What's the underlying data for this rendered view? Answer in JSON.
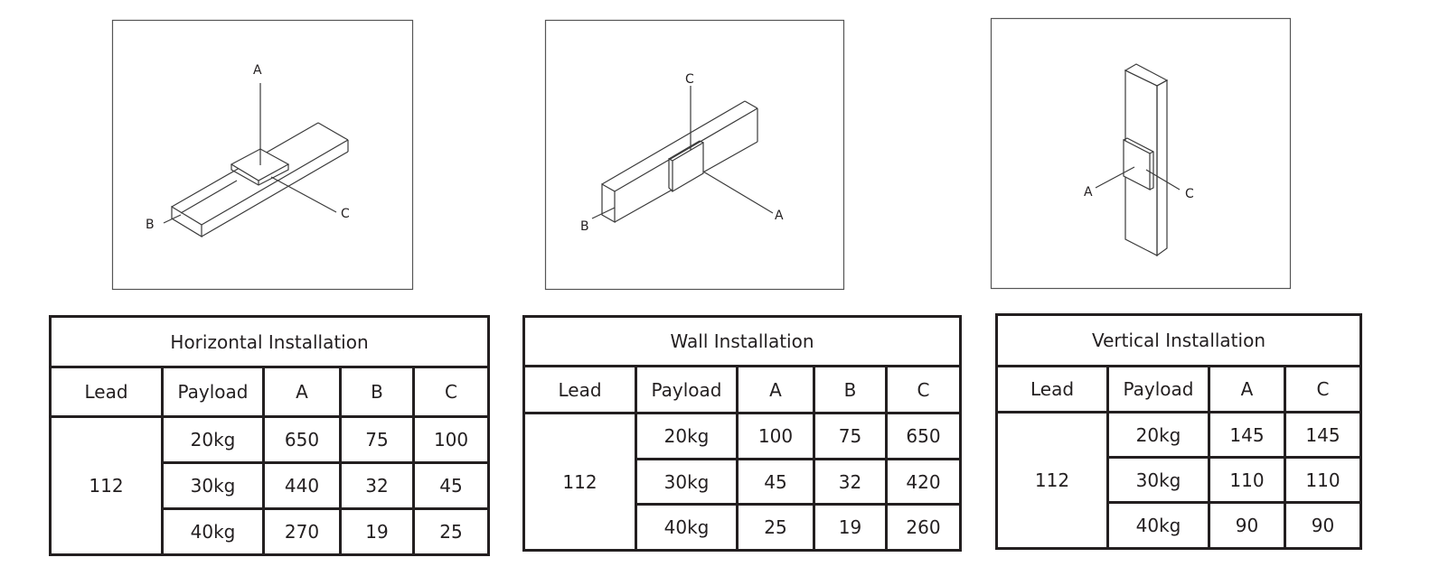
{
  "panels": [
    {
      "title": "Horizontal Installation",
      "diagram_labels": [
        "A",
        "B",
        "C"
      ],
      "headers": [
        "Lead",
        "Payload",
        "A",
        "B",
        "C"
      ],
      "lead": "112",
      "rows": [
        [
          "20kg",
          "650",
          "75",
          "100"
        ],
        [
          "30kg",
          "440",
          "32",
          "45"
        ],
        [
          "40kg",
          "270",
          "19",
          "25"
        ]
      ]
    },
    {
      "title": "Wall Installation",
      "diagram_labels": [
        "C",
        "B",
        "A"
      ],
      "headers": [
        "Lead",
        "Payload",
        "A",
        "B",
        "C"
      ],
      "lead": "112",
      "rows": [
        [
          "20kg",
          "100",
          "75",
          "650"
        ],
        [
          "30kg",
          "45",
          "32",
          "420"
        ],
        [
          "40kg",
          "25",
          "19",
          "260"
        ]
      ]
    },
    {
      "title": "Vertical Installation",
      "diagram_labels": [
        "A",
        "C"
      ],
      "headers": [
        "Lead",
        "Payload",
        "A",
        "C"
      ],
      "lead": "112",
      "rows": [
        [
          "20kg",
          "145",
          "145"
        ],
        [
          "30kg",
          "110",
          "110"
        ],
        [
          "40kg",
          "90",
          "90"
        ]
      ]
    }
  ]
}
